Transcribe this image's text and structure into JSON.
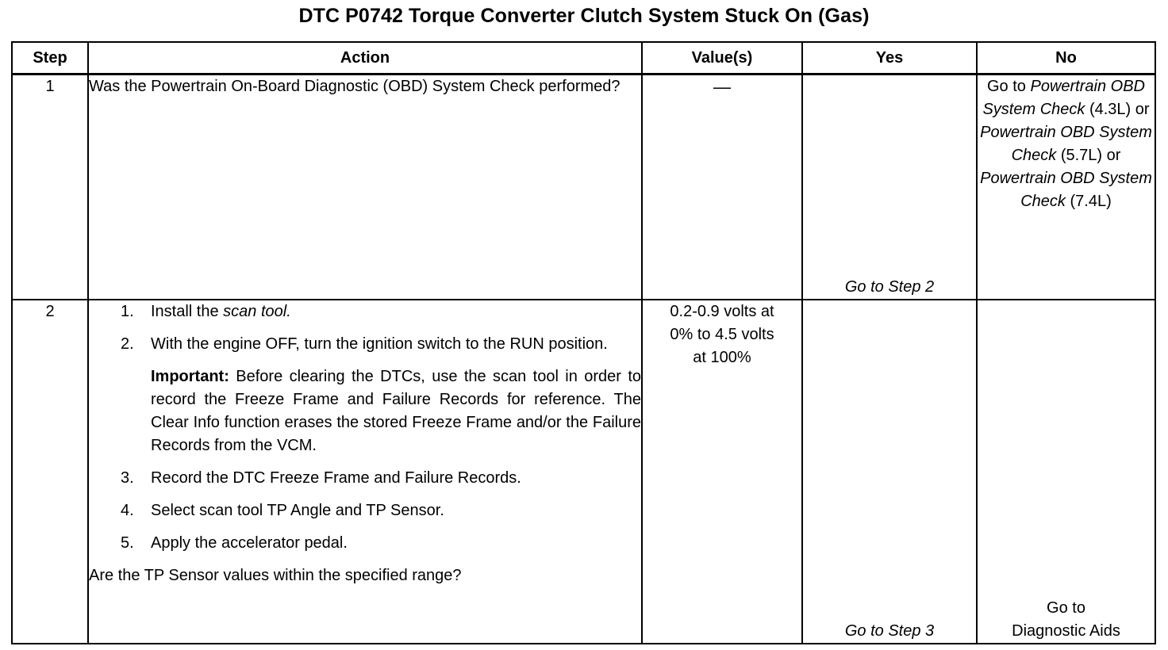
{
  "document": {
    "title": "DTC P0742 Torque Converter Clutch System Stuck On (Gas)"
  },
  "table": {
    "headers": {
      "step": "Step",
      "action": "Action",
      "value": "Value(s)",
      "yes": "Yes",
      "no": "No"
    },
    "rows": [
      {
        "step": "1",
        "action_question": "Was the Powertrain On-Board Diagnostic (OBD) System Check performed?",
        "value": "—",
        "yes": "Go to Step 2",
        "no": {
          "lead": "Go to ",
          "ref1": "Powertrain OBD System Check",
          "ref1_suffix": " (4.3L) or ",
          "ref2": "Powertrain OBD System Check",
          "ref2_suffix": " (5.7L) or ",
          "ref3": "Powertrain OBD System Check",
          "ref3_suffix": " (7.4L)"
        }
      },
      {
        "step": "2",
        "items": [
          {
            "num": "1.",
            "text_before": "Install the ",
            "text_italic": "scan tool.",
            "text_after": ""
          },
          {
            "num": "2.",
            "text_before": "With the engine OFF, turn the ignition switch to the RUN position.",
            "text_italic": "",
            "text_after": ""
          },
          {
            "num": "3.",
            "text_before": "Record the DTC Freeze Frame and Failure Records.",
            "text_italic": "",
            "text_after": ""
          },
          {
            "num": "4.",
            "text_before": "Select scan tool TP Angle and TP Sensor.",
            "text_italic": "",
            "text_after": ""
          },
          {
            "num": "5.",
            "text_before": "Apply the accelerator pedal.",
            "text_italic": "",
            "text_after": ""
          }
        ],
        "important_label": "Important:",
        "important_text": " Before clearing the DTCs, use the scan tool in order to record the Freeze Frame and Failure Records for reference. The Clear Info function erases the stored Freeze Frame and/or the Failure Records from the VCM.",
        "closing_question": "Are the TP Sensor values within the specified range?",
        "value_line1": "0.2-0.9 volts at",
        "value_line2": "0% to 4.5 volts",
        "value_line3": "at 100%",
        "yes": "Go to Step 3",
        "no_line1": "Go to",
        "no_line2": "Diagnostic Aids"
      }
    ]
  }
}
